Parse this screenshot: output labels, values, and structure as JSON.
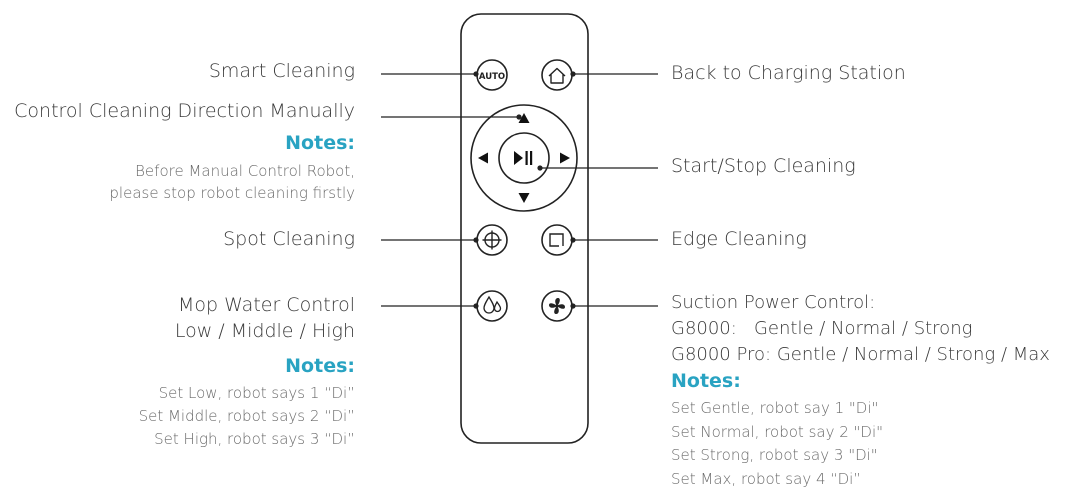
{
  "labels": {
    "smart_cleaning": "Smart Cleaning",
    "control_direction": "Control Cleaning Direction Manually",
    "back_to_charging": "Back to Charging Station",
    "start_stop": "Start/Stop Cleaning",
    "spot_cleaning": "Spot Cleaning",
    "edge_cleaning": "Edge Cleaning",
    "mop_water_line1": "Mop Water Control",
    "mop_water_line2": "Low / Middle / High",
    "suction_line1": "Suction Power Control:",
    "suction_line2": "G8000:   Gentle / Normal / Strong",
    "suction_line3": "G8000 Pro: Gentle / Normal / Strong / Max"
  },
  "notes_title": "Notes:",
  "notes": {
    "direction": [
      "Before Manual Control Robot,",
      "please stop robot cleaning firstly"
    ],
    "mop": [
      "Set Low, robot says 1 “Di”",
      "Set Middle, robot says 2 “Di”",
      "Set High, robot says 3 “Di”"
    ],
    "suction": [
      "Set Gentle, robot say 1 \"Di\"",
      "Set Normal, robot say 2 \"Di\"",
      "Set Strong, robot say 3 \"Di\"",
      "Set Max, robot say 4 “Di”"
    ]
  },
  "buttons": {
    "auto": "AUTO",
    "home_icon": "home-icon",
    "up_icon": "triangle-up-icon",
    "down_icon": "triangle-down-icon",
    "left_icon": "triangle-left-icon",
    "right_icon": "triangle-right-icon",
    "play_pause_icon": "play-pause-icon",
    "spot_icon": "target-icon",
    "edge_icon": "edge-square-icon",
    "mop_icon": "water-drops-icon",
    "fan_icon": "fan-icon"
  },
  "colors": {
    "notes_accent": "#29a3c2",
    "line": "#222222",
    "text": "#3a3a3a"
  }
}
